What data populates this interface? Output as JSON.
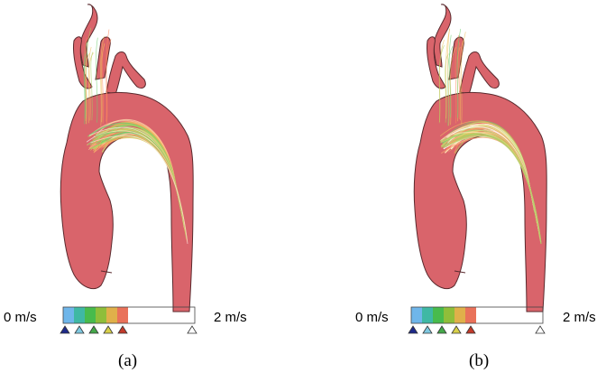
{
  "panels": [
    {
      "caption": "(a)",
      "scale": {
        "min_label": "0 m/s",
        "max_label": "2 m/s"
      }
    },
    {
      "caption": "(b)",
      "scale": {
        "min_label": "0 m/s",
        "max_label": "2 m/s"
      }
    }
  ],
  "colors": {
    "vessel": "#d9646b",
    "vessel_outline": "#5a2a2e",
    "colormap": [
      "#6fb6ea",
      "#3fb8a4",
      "#48bb4c",
      "#8fbe3a",
      "#e0b04a",
      "#e9725a"
    ],
    "marker_colors": [
      "#1e2a8a",
      "#7ec8e0",
      "#45a84a",
      "#d8d04a",
      "#c23a2a",
      "#ffffff"
    ]
  }
}
